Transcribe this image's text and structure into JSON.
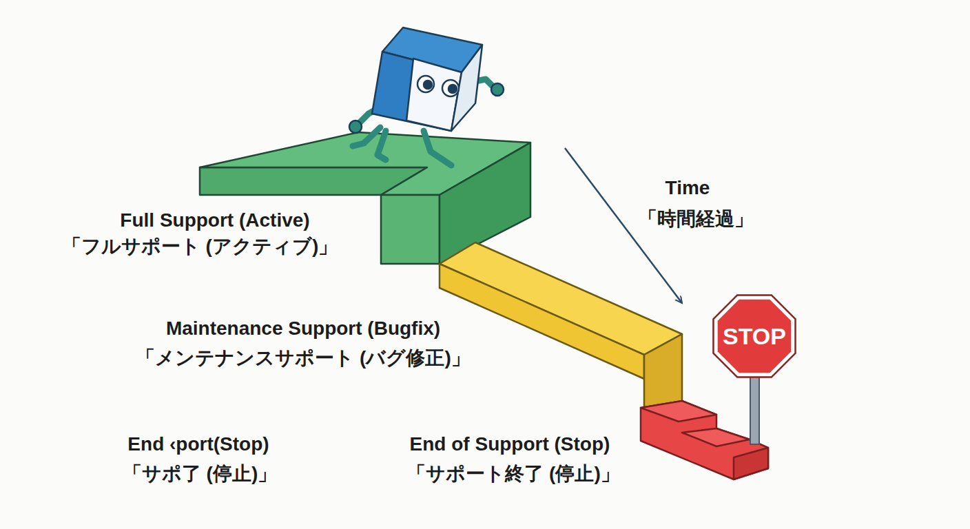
{
  "diagram": {
    "nodes": [
      {
        "text": [
          "STOP"
        ]
      }
    ],
    "labels": [
      "Full Support (Active)",
      "「フルサポート (アクティブ)」",
      "Time",
      "「時間経過」",
      "Maintenance Support (Bugfix)",
      "「メンテナンスサポート (バグ修正)」",
      "End ‹port(Stop)",
      "「サポ了 (停止)」",
      "End of Support (Stop)",
      "「サポート終了 (停止)」"
    ]
  }
}
